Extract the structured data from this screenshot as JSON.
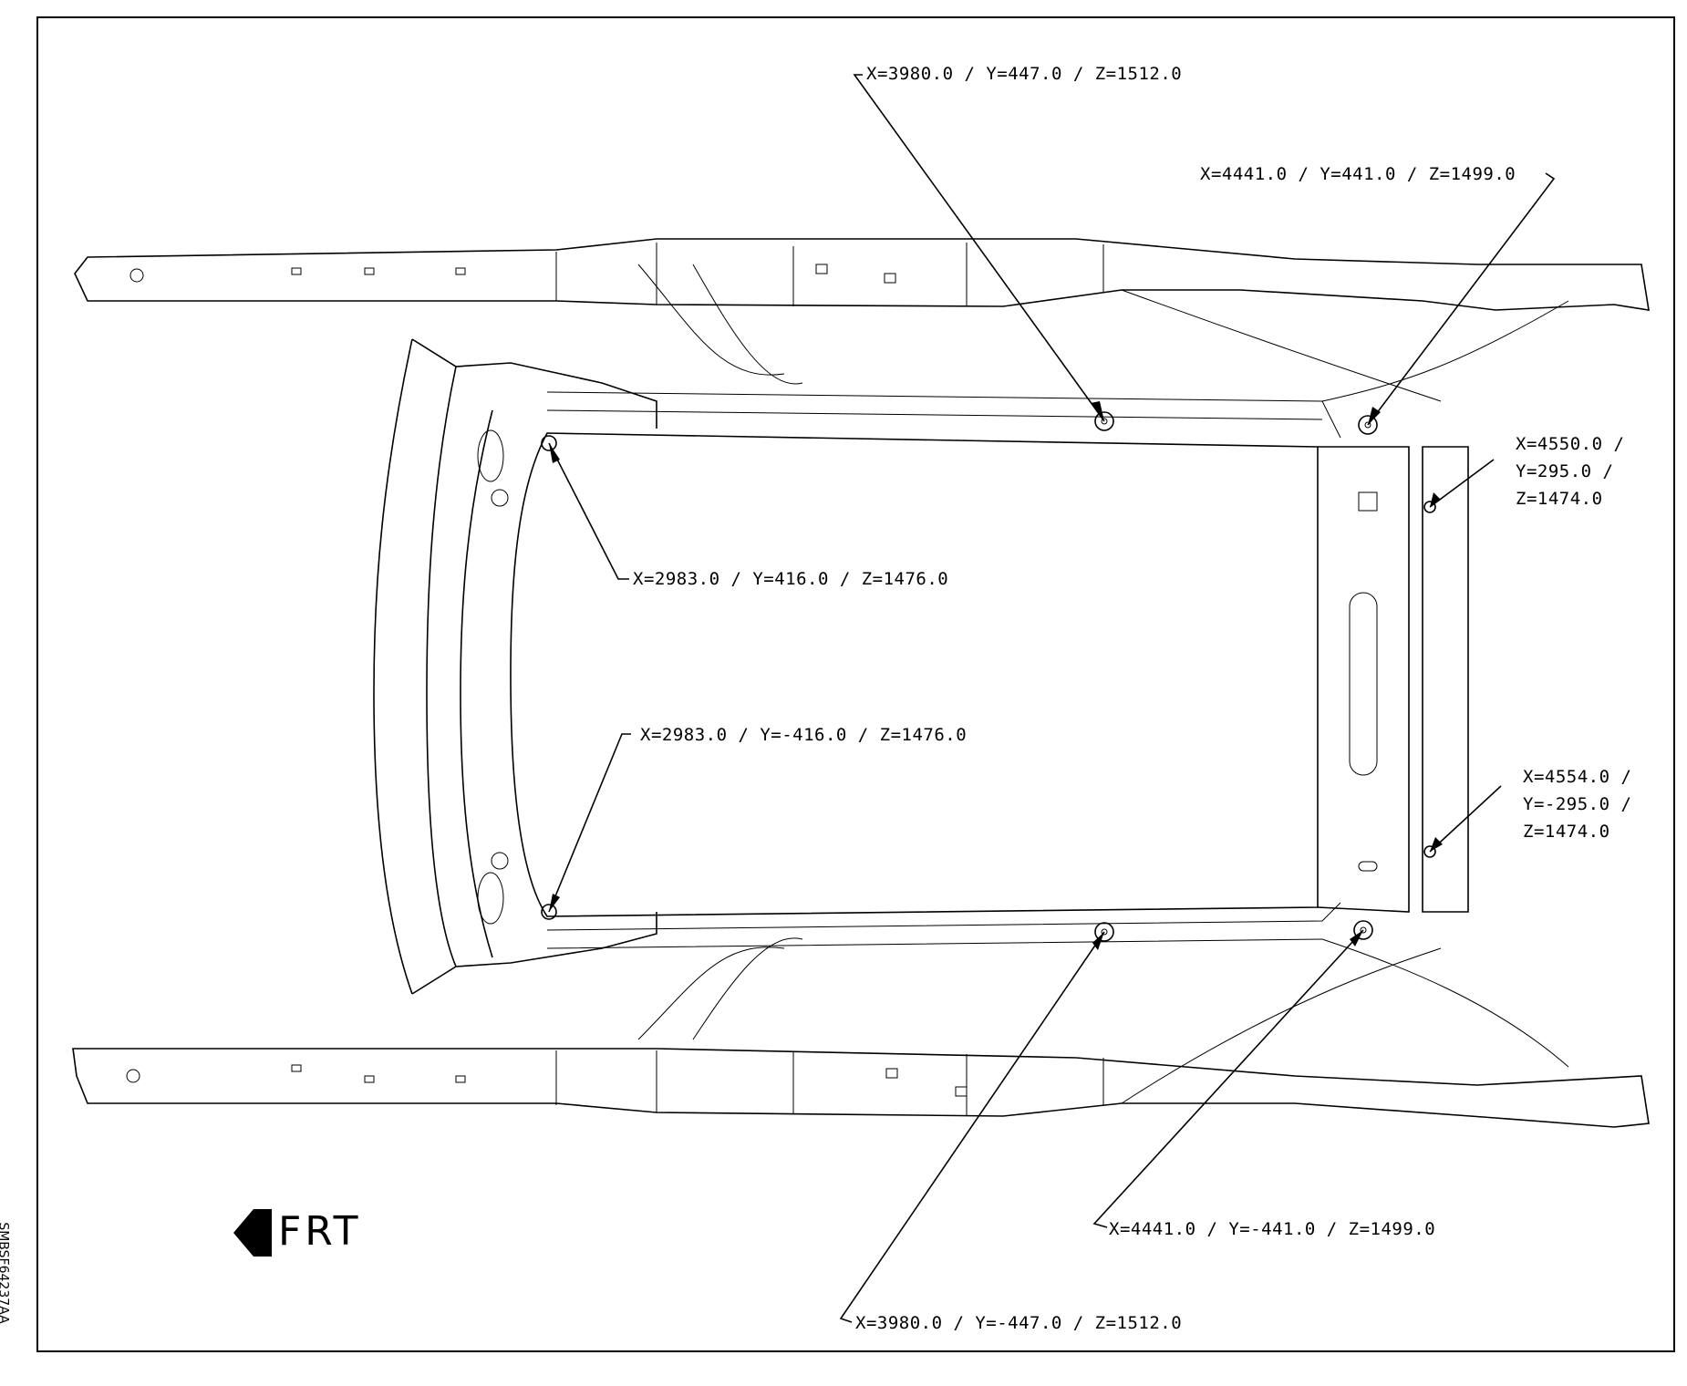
{
  "diagram": {
    "direction_label": "FRT",
    "direction_icon": "arrow-left-icon",
    "figure_id": "SMBSF64237AA",
    "callouts": [
      {
        "id": "c1",
        "text": "X=3980.0 / Y=447.0 / Z=1512.0"
      },
      {
        "id": "c2",
        "text": "X=4441.0 / Y=441.0 / Z=1499.0"
      },
      {
        "id": "c3",
        "lines": [
          "X=4550.0 /",
          "Y=295.0 /",
          "Z=1474.0"
        ]
      },
      {
        "id": "c4",
        "text": "X=2983.0 / Y=416.0 / Z=1476.0"
      },
      {
        "id": "c5",
        "text": "X=2983.0 / Y=-416.0 / Z=1476.0"
      },
      {
        "id": "c6",
        "lines": [
          "X=4554.0 /",
          "Y=-295.0 /",
          "Z=1474.0"
        ]
      },
      {
        "id": "c7",
        "text": "X=4441.0 / Y=-441.0 / Z=1499.0"
      },
      {
        "id": "c8",
        "text": "X=3980.0 / Y=-447.0 / Z=1512.0"
      }
    ]
  }
}
